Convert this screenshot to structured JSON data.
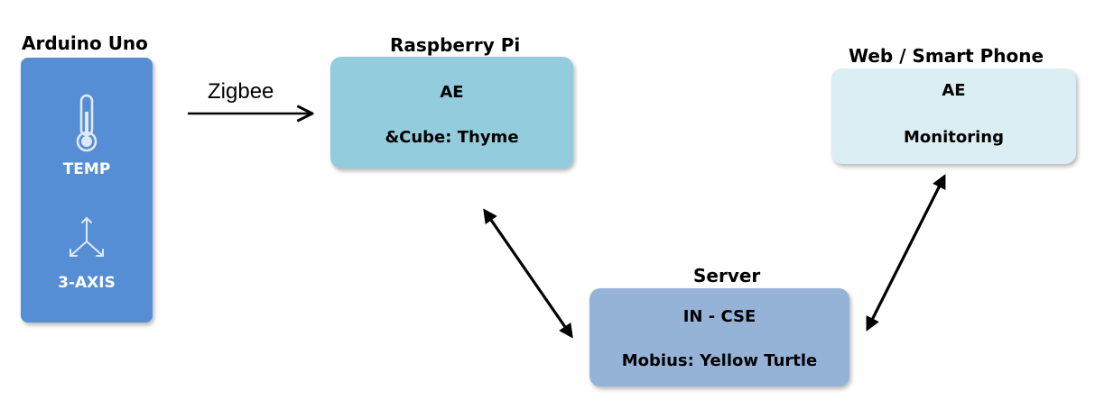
{
  "arduino": {
    "title": "Arduino Uno",
    "temp_label": "TEMP",
    "axis_label": "3-AXIS",
    "icons": [
      "thermometer-icon",
      "three-axis-icon"
    ]
  },
  "raspberry": {
    "title": "Raspberry Pi",
    "line1": "AE",
    "line2": "&Cube: Thyme"
  },
  "web": {
    "title": "Web / Smart Phone",
    "line1": "AE",
    "line2": "Monitoring"
  },
  "server": {
    "title": "Server",
    "line1": "IN - CSE",
    "line2": "Mobius: Yellow Turtle"
  },
  "zigbee": {
    "label": "Zigbee"
  },
  "colors": {
    "arduino_fill": "#558ED5",
    "raspberry_fill": "#93CDDD",
    "web_fill": "#DBEEF4",
    "server_fill": "#95B3D7",
    "arrow": "#000000"
  }
}
